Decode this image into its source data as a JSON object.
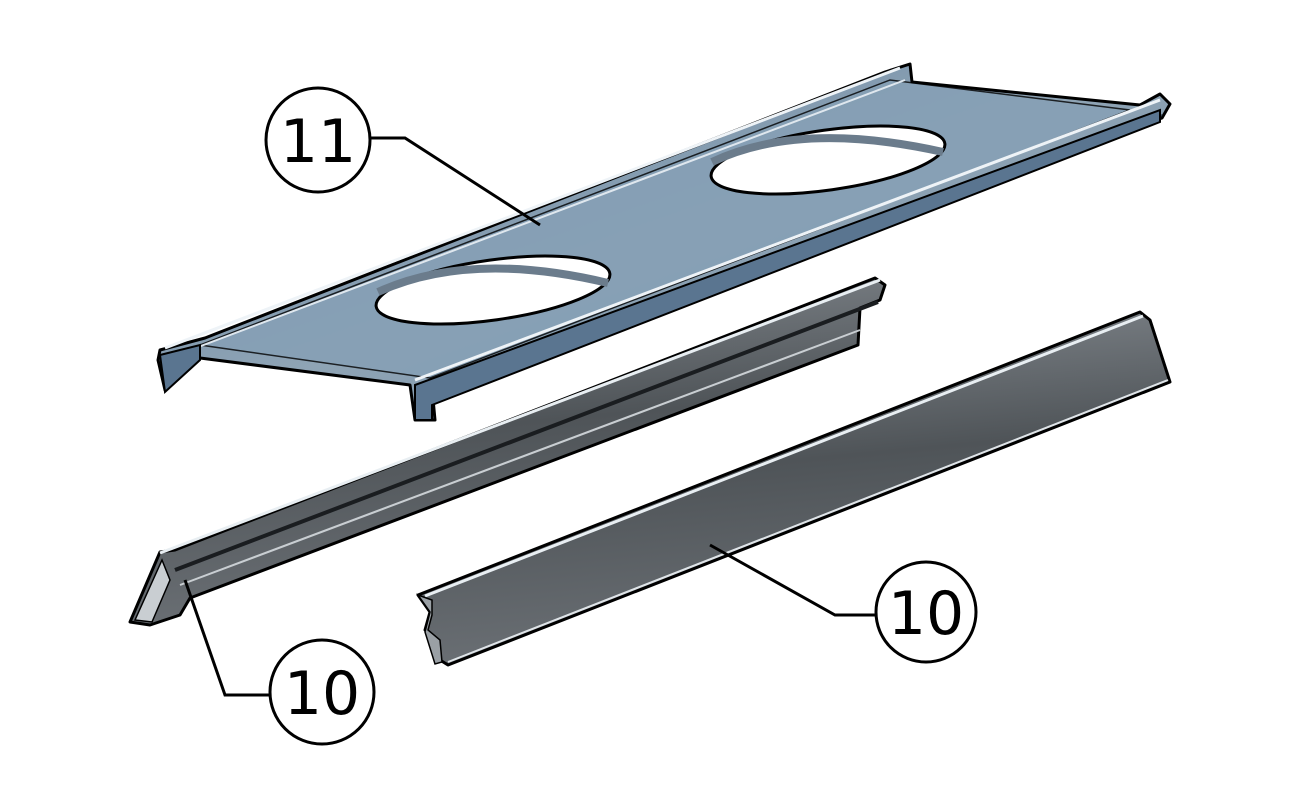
{
  "callouts": {
    "plate": {
      "label": "11"
    },
    "left_rail": {
      "label": "10"
    },
    "right_rail": {
      "label": "10"
    }
  },
  "colors": {
    "outline": "#000000",
    "plate_fill": "#7f97ad",
    "rail_fill": "#5d6266",
    "highlight": "#e8eef2"
  }
}
